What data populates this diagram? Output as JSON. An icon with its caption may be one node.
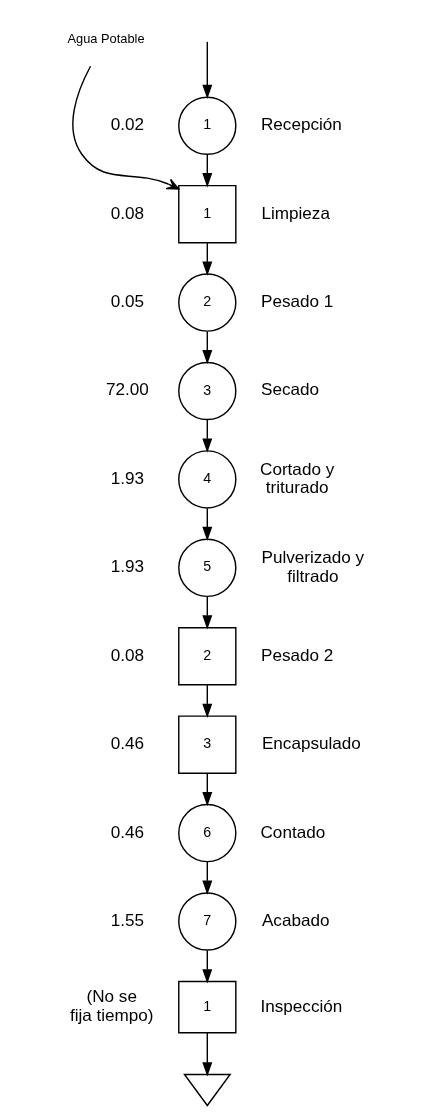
{
  "diagram": {
    "nodes": [
      {
        "text": [
          "1"
        ],
        "beside": [
          "0.02",
          "Recepción"
        ]
      },
      {
        "text": [
          "Agua Potable"
        ]
      },
      {
        "text": [
          "1"
        ],
        "beside": [
          "0.08",
          "Limpieza"
        ]
      },
      {
        "text": [
          "2"
        ],
        "beside": [
          "0.05",
          "Pesado 1"
        ]
      },
      {
        "text": [
          "3"
        ],
        "beside": [
          "72.00",
          "Secado"
        ]
      },
      {
        "text": [
          "4"
        ],
        "beside": [
          "1.93",
          "Cortado y triturado"
        ]
      },
      {
        "text": [
          "5"
        ],
        "beside": [
          "1.93",
          "Pulverizado y filtrado"
        ]
      },
      {
        "text": [
          "2"
        ],
        "beside": [
          "0.08",
          "Pesado 2"
        ]
      },
      {
        "text": [
          "3"
        ],
        "beside": [
          "0.46",
          "Encapsulado"
        ]
      },
      {
        "text": [
          "6"
        ],
        "beside": [
          "0.46",
          "Contado"
        ]
      },
      {
        "text": [
          "7"
        ],
        "beside": [
          "1.55",
          "Acabado"
        ]
      },
      {
        "text": [
          "1"
        ],
        "beside": [
          "(No se fija tiempo)",
          "Inspección"
        ]
      },
      {
        "text": [],
        "shape": "triangle"
      }
    ],
    "edges": [
      {
        "from": null,
        "to": 0,
        "arrow": "to"
      },
      {
        "from": 1,
        "to": 2,
        "arrow": "to"
      },
      {
        "from": 0,
        "to": 2,
        "arrow": "to"
      },
      {
        "from": 2,
        "to": 3,
        "arrow": "to"
      },
      {
        "from": 3,
        "to": 4,
        "arrow": "to"
      },
      {
        "from": 4,
        "to": 5,
        "arrow": "to"
      },
      {
        "from": 5,
        "to": 6,
        "arrow": "to"
      },
      {
        "from": 6,
        "to": 7,
        "arrow": "to"
      },
      {
        "from": 7,
        "to": 8,
        "arrow": "to"
      },
      {
        "from": 8,
        "to": 9,
        "arrow": "to"
      },
      {
        "from": 9,
        "to": 10,
        "arrow": "to"
      },
      {
        "from": 10,
        "to": 11,
        "arrow": "to"
      },
      {
        "from": 11,
        "to": 12,
        "arrow": "to"
      }
    ]
  }
}
